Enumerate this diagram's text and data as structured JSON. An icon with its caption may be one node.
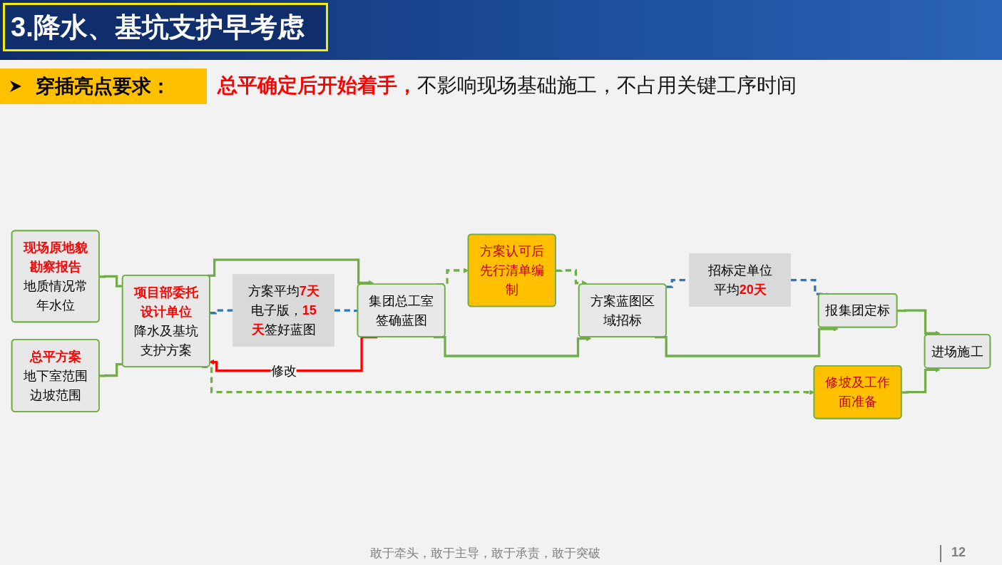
{
  "diagram": {
    "title": "3.降水、基坑支护早考虑",
    "nodes": [
      {
        "text": [
          "现场原地貌勘察报告",
          "地质情况常年水位"
        ]
      },
      {
        "text": [
          "总平方案",
          "地下室范围边坡范围"
        ]
      },
      {
        "text": [
          "项目部委托设计单位",
          "降水及基坑支护方案"
        ]
      },
      {
        "text": [
          "方案平均**7天**电子版，**15天**签好蓝图"
        ]
      },
      {
        "text": [
          "集团总工室签确蓝图"
        ]
      },
      {
        "text": [
          "方案认可后先行清单编制"
        ]
      },
      {
        "text": [
          "方案蓝图区域招标"
        ]
      },
      {
        "text": [
          "招标定单位平均**20天**"
        ]
      },
      {
        "text": [
          "报集团定标"
        ]
      },
      {
        "text": [
          "修坡及工作面准备"
        ]
      },
      {
        "text": [
          "进场施工"
        ]
      }
    ],
    "edges": [
      {
        "from": 0,
        "to": 2,
        "arrow": "none"
      },
      {
        "from": 1,
        "to": 2,
        "arrow": "none"
      },
      {
        "from": 2,
        "to": 4,
        "arrow": "to"
      },
      {
        "from": 4,
        "to": 2,
        "arrow": "to",
        "label": "修改",
        "color": "#ff0000"
      },
      {
        "from": 2,
        "to": 3,
        "arrow": "none",
        "style": "dashed",
        "color": "#2e75b6"
      },
      {
        "from": 3,
        "to": 4,
        "arrow": "none",
        "style": "dashed",
        "color": "#2e75b6"
      },
      {
        "from": 4,
        "to": 5,
        "arrow": "to",
        "style": "dashed"
      },
      {
        "from": 5,
        "to": 6,
        "arrow": "to",
        "style": "dashed"
      },
      {
        "from": 4,
        "to": 6,
        "arrow": "to"
      },
      {
        "from": 6,
        "to": 7,
        "arrow": "none",
        "style": "dashed",
        "color": "#2e75b6"
      },
      {
        "from": 7,
        "to": 8,
        "arrow": "none",
        "style": "dashed",
        "color": "#2e75b6"
      },
      {
        "from": 6,
        "to": 8,
        "arrow": "to"
      },
      {
        "from": 8,
        "to": 10,
        "arrow": "to"
      },
      {
        "from": 2,
        "to": 9,
        "arrow": "to",
        "style": "dashed"
      },
      {
        "from": 9,
        "to": 10,
        "arrow": "to"
      }
    ],
    "labels": [
      "穿插亮点要求：",
      "**总平确定后开始着手，**不影响现场基础施工，不占用关键工序时间",
      "敢于牵头，敢于主导，敢于承责，敢于突破",
      "12"
    ]
  }
}
